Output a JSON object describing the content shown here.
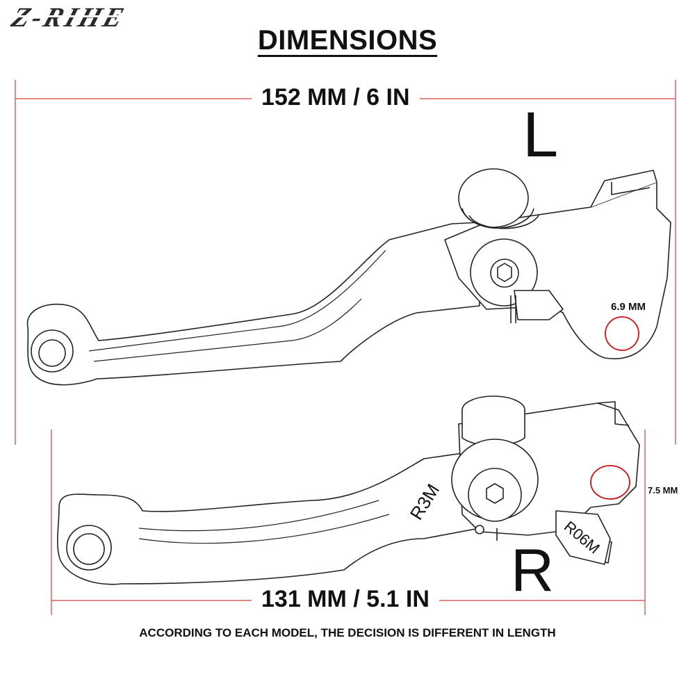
{
  "brand": {
    "logo_text": "Z-RIHE"
  },
  "title": "DIMENSIONS",
  "lever_left": {
    "side_label": "L",
    "length_label": "152 MM / 6 IN",
    "hole_label": "6.9 MM"
  },
  "lever_right": {
    "side_label": "R",
    "length_label": "131 MM / 5.1 IN",
    "hole_label": "7.5 MM",
    "stamp_a": "R3M",
    "stamp_b": "R06M"
  },
  "footnote": "ACCORDING TO EACH MODEL, THE DECISION IS DIFFERENT IN LENGTH",
  "colors": {
    "dimension_line": "#d04040",
    "outline": "#222222",
    "hole_ring": "#d01010"
  }
}
